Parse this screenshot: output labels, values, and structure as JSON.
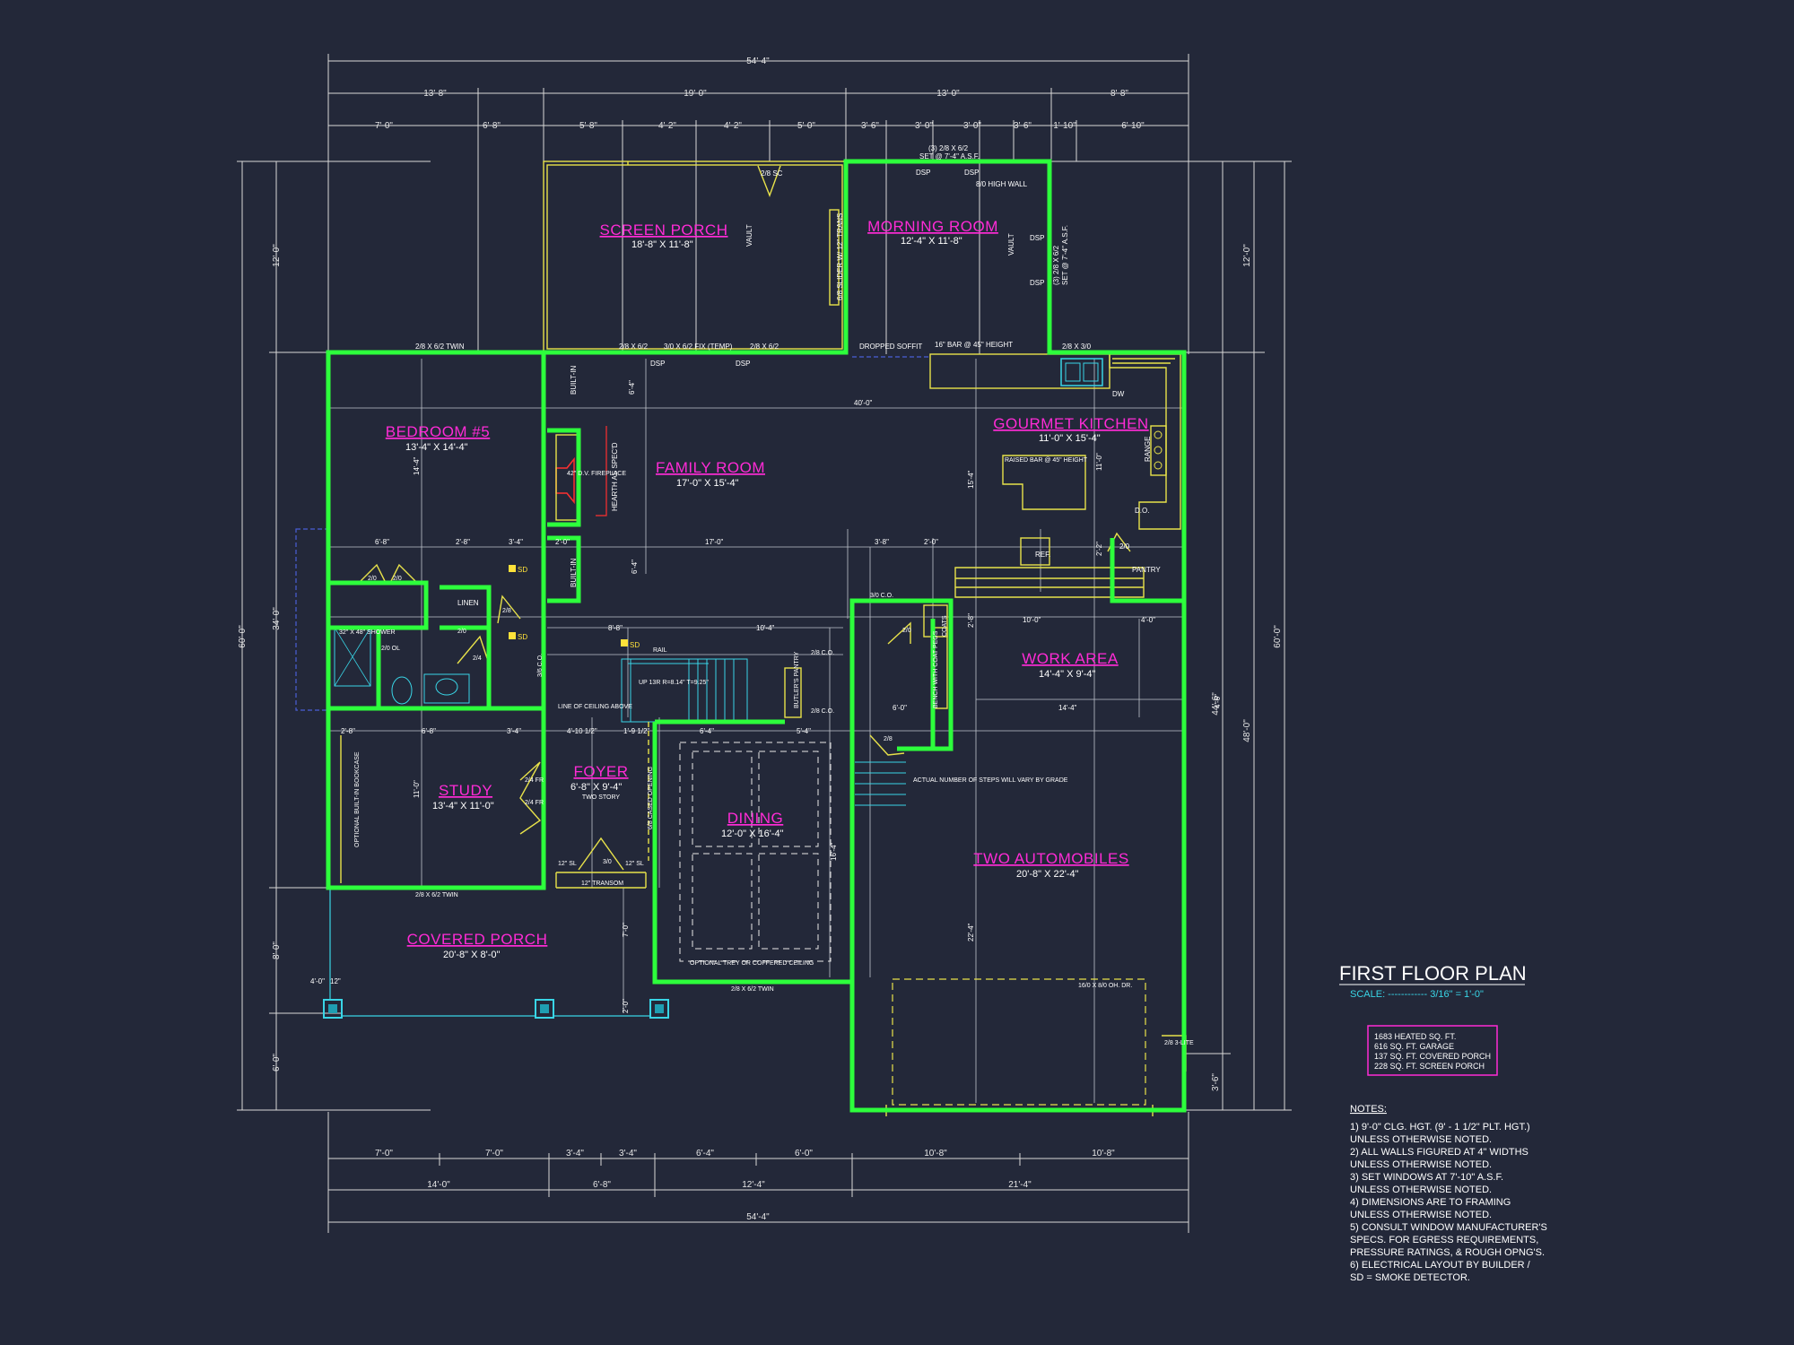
{
  "title_block": {
    "title": "FIRST FLOOR PLAN",
    "scale": "SCALE: ------------ 3/16\" = 1'-0\"",
    "areas": [
      "1683 HEATED SQ. FT.",
      "616 SQ. FT. GARAGE",
      "137 SQ. FT. COVERED PORCH",
      "228 SQ. FT. SCREEN PORCH"
    ]
  },
  "notes": {
    "heading": "NOTES:",
    "lines": [
      "1) 9'-0\"  CLG. HGT. (9' - 1 1/2\" PLT. HGT.)",
      "    UNLESS OTHERWISE NOTED.",
      "2) ALL  WALLS FIGURED AT 4\" WIDTHS",
      "    UNLESS OTHERWISE NOTED.",
      "3) SET WINDOWS AT 7'-10\" A.S.F.",
      "    UNLESS OTHERWISE NOTED.",
      "4) DIMENSIONS ARE TO FRAMING",
      "    UNLESS OTHERWISE NOTED.",
      "5) CONSULT WINDOW MANUFACTURER'S",
      "    SPECS. FOR EGRESS REQUIREMENTS,",
      "    PRESSURE RATINGS, & ROUGH OPNG'S.",
      "6) ELECTRICAL LAYOUT BY BUILDER /",
      "    SD = SMOKE DETECTOR."
    ]
  },
  "rooms": [
    {
      "id": "screen-porch",
      "name": "SCREEN PORCH",
      "size": "18'-8\" X 11'-8\""
    },
    {
      "id": "morning-room",
      "name": "MORNING ROOM",
      "size": "12'-4\" X 11'-8\""
    },
    {
      "id": "bedroom-5",
      "name": "BEDROOM #5",
      "size": "13'-4\" X 14'-4\""
    },
    {
      "id": "family-room",
      "name": "FAMILY ROOM",
      "size": "17'-0\" X 15'-4\""
    },
    {
      "id": "gourmet-kitchen",
      "name": "GOURMET KITCHEN",
      "size": "11'-0\" X 15'-4\""
    },
    {
      "id": "work-area",
      "name": "WORK AREA",
      "size": "14'-4\" X 9'-4\""
    },
    {
      "id": "study",
      "name": "STUDY",
      "size": "13'-4\" X 11'-0\""
    },
    {
      "id": "foyer",
      "name": "FOYER",
      "size": "6'-8\" X 9'-4\"",
      "extra": "TWO STORY"
    },
    {
      "id": "dining",
      "name": "DINING",
      "size": "12'-0\" X 16'-4\""
    },
    {
      "id": "two-automobiles",
      "name": "TWO AUTOMOBILES",
      "size": "20'-8\" X 22'-4\""
    },
    {
      "id": "covered-porch",
      "name": "COVERED PORCH",
      "size": "20'-8\" X 8'-0\""
    }
  ],
  "dimensions": {
    "top_overall": "54'-4\"",
    "top_row2": [
      "13'-8\"",
      "19'-0\"",
      "13'-0\"",
      "8'-8\""
    ],
    "top_row3": [
      "7'-0\"",
      "6'-8\"",
      "5'-8\"",
      "4'-2\"",
      "4'-2\"",
      "5'-0\"",
      "3'-6\"",
      "3'-0\"",
      "3'-0\"",
      "3'-6\"",
      "1'-10\"",
      "6'-10\""
    ],
    "bottom_row1": [
      "7'-0\"",
      "7'-0\"",
      "3'-4\"",
      "3'-4\"",
      "6'-4\"",
      "6'-0\"",
      "10'-8\"",
      "10'-8\""
    ],
    "bottom_row2": [
      "14'-0\"",
      "6'-8\"",
      "12'-4\"",
      "21'-4\""
    ],
    "bottom_overall": "54'-4\"",
    "left": [
      "60'-0\"",
      "34'-0\"",
      "12'-0\"",
      "8'-0\"",
      "6'-0\""
    ],
    "right": [
      "60'-0\"",
      "12'-0\"",
      "48'-0\"",
      "44'-6\"",
      "3'-6\""
    ],
    "interior": [
      "40'-0\"",
      "6'-8\"",
      "2'-8\"",
      "3'-4\"",
      "2'-0\"",
      "17'-0\"",
      "3'-8\"",
      "2'-0\"",
      "8'-8\"",
      "10'-4\"",
      "3'-0\"",
      "10'-0\"",
      "4'-0\"",
      "14'-4\"",
      "6'-0\"",
      "2'-8\"",
      "6'-8\"",
      "3'-4\"",
      "4'-10 1/2\"",
      "1'-9 1/2\"",
      "6'-4\"",
      "5'-4\"",
      "16'-4\"",
      "22'-4\"",
      "14'-4\"",
      "6'-4\"",
      "15'-4\"",
      "11'-0\"",
      "7'-0\"",
      "2'-0\"",
      "4'-0\"",
      "12\"",
      "2'-2\"",
      "2'-8\"",
      "6'-0\"",
      "3'-4\"",
      "6'-4\"",
      "4'-6\""
    ]
  },
  "labels": {
    "twin_top": "2/8 X 6/2 TWIN",
    "win1": "2/8 X 6/2",
    "win_fix": "3/0 X 6/2 FIX (TEMP)",
    "win2": "2/8 X 6/2",
    "dsp": "DSP",
    "dropped_soffit": "DROPPED SOFFIT",
    "bar": "16\" BAR @ 45\" HEIGHT",
    "win_kit": "2/8 X 3/0",
    "mr_win": "(3) 2/8 X 6/2",
    "mr_win2": "SET @ 7'-4\" A.S.F.",
    "hi_wall": "8/0 HIGH WALL",
    "mr_side": "(3) 2/8 X 6/2",
    "mr_side2": "SET @ 7'-4\" A.S.F.",
    "slider": "6/8 SLIDER W/ 12\" TRANS",
    "sc": "2/8 SC",
    "vault": "VAULT",
    "built_in": "BUILT-IN",
    "fireplace": "42\" D.V. FIREPLACE",
    "hearth": "HEARTH AS SPEC'D",
    "raised_bar": "RAISED BAR @ 45\" HEIGHT",
    "dw": "DW",
    "range": "RANGE",
    "do": "D.O.",
    "ref": "REF.",
    "pantry": "PANTRY",
    "p210": "2/0",
    "linen": "LINEN",
    "shower": "32\" X 48\" SHOWER",
    "bd": "2/0 OL",
    "sd": "SD",
    "d24": "2/4",
    "d28": "2/8",
    "d20": "2/0",
    "co36": "3/6 C.O.",
    "co28": "2/8 C.O.",
    "co30": "3/0 C.O.",
    "rail": "RAIL",
    "stairs": "UP 13R R=8.14\" T=9.25\"",
    "ceiling": "LINE OF CEILING ABOVE",
    "butlers": "BUTLER'S PANTRY",
    "coats": "COATS",
    "bench": "BENCH WITH COAT PEGS",
    "steps": "ACTUAL NUMBER OF STEPS WILL VARY BY GRADE",
    "bookcase": "OPTIONAL BUILT-IN BOOKCASE",
    "fr": "2/4 FR",
    "cased": "6/8 CASED OPENING",
    "sl": "12\" SL",
    "d30": "3/0",
    "transom": "12\" TRANSOM",
    "twin_bot": "2/8 X 6/2 TWIN",
    "trey": "OPTIONAL TREY OR COFFERED CEILING",
    "twin_din": "2/8 X 6/2 TWIN",
    "garage_door": "16/0 X 8/0 OH. DR.",
    "lite": "2/8 3-LITE"
  }
}
